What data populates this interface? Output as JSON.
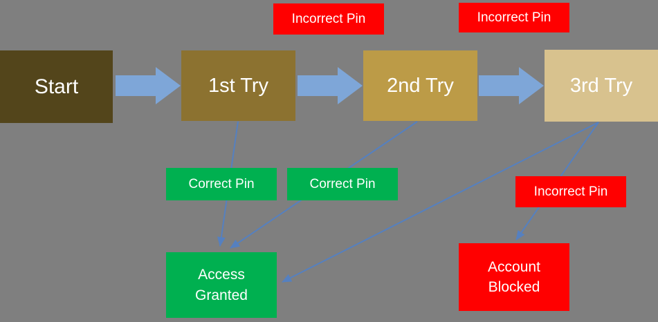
{
  "diagram": {
    "title_hint": "PIN entry attempt flowchart",
    "nodes": {
      "start": {
        "label": "Start"
      },
      "try1": {
        "label": "1st Try"
      },
      "try2": {
        "label": "2nd Try"
      },
      "try3": {
        "label": "3rd Try"
      },
      "access_granted": {
        "label": "Access Granted"
      },
      "account_blocked": {
        "label": "Account Blocked"
      }
    },
    "edge_labels": {
      "incorrect_pin_1": {
        "label": "Incorrect Pin"
      },
      "incorrect_pin_2": {
        "label": "Incorrect Pin"
      },
      "correct_pin_1": {
        "label": "Correct Pin"
      },
      "correct_pin_2": {
        "label": "Correct Pin"
      },
      "incorrect_pin_3": {
        "label": "Incorrect Pin"
      }
    },
    "edges": [
      {
        "from": "start",
        "to": "try1",
        "type": "block-arrow"
      },
      {
        "from": "try1",
        "to": "try2",
        "type": "block-arrow",
        "label": "Incorrect Pin"
      },
      {
        "from": "try2",
        "to": "try3",
        "type": "block-arrow",
        "label": "Incorrect Pin"
      },
      {
        "from": "try1",
        "to": "access_granted",
        "type": "thin-arrow",
        "label": "Correct Pin"
      },
      {
        "from": "try2",
        "to": "access_granted",
        "type": "thin-arrow",
        "label": "Correct Pin"
      },
      {
        "from": "try3",
        "to": "access_granted",
        "type": "thin-arrow"
      },
      {
        "from": "try3",
        "to": "account_blocked",
        "type": "thin-arrow",
        "label": "Incorrect Pin"
      }
    ],
    "colors": {
      "background": "#7f7f7f",
      "start_box": "#53451b",
      "try1_box": "#8c7230",
      "try2_box": "#bc9b47",
      "try3_box": "#d8c28e",
      "success_green": "#00b050",
      "failure_red": "#ff0000",
      "block_arrow_blue": "#7ea6d8",
      "connector_blue": "#5580c0",
      "text": "#ffffff"
    }
  }
}
